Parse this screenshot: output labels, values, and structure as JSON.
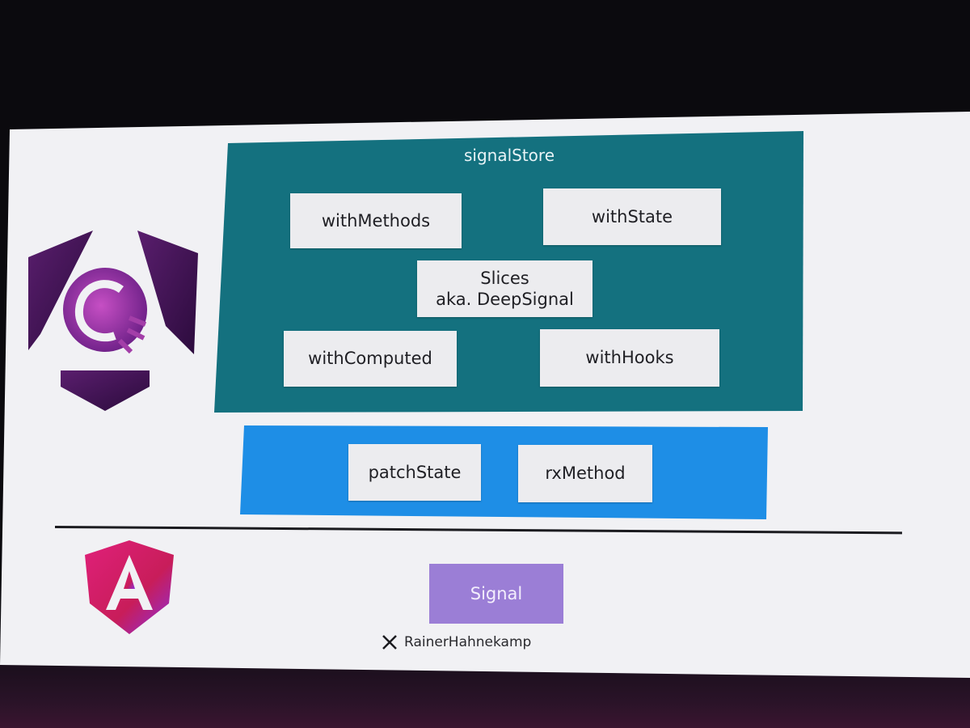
{
  "slide": {
    "store_title": "signalStore",
    "store_items": {
      "with_methods": "withMethods",
      "with_state": "withState",
      "slices": "Slices\naka. DeepSignal",
      "with_computed": "withComputed",
      "with_hooks": "withHooks"
    },
    "utilities": {
      "patch_state": "patchState",
      "rx_method": "rxMethod"
    },
    "signal_label": "Signal",
    "credit_handle": "RainerHahnekamp",
    "credit_icon": "x-logo-icon",
    "logos": {
      "top": "ngrx-logo",
      "bottom": "angular-logo"
    }
  },
  "colors": {
    "store_panel": "#14717f",
    "utility_panel": "#1e8ee6",
    "signal_box": "#9b7ed6",
    "screen": "#f1f1f4",
    "background": "#0b0a0e"
  }
}
